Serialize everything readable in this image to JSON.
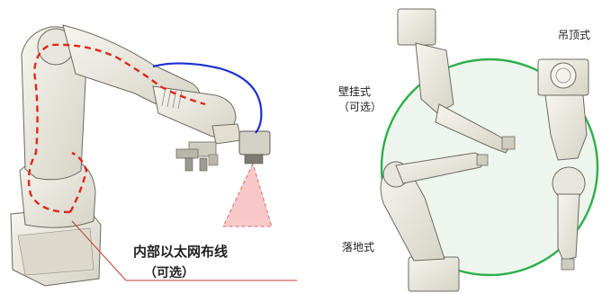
{
  "labels": {
    "internal_wiring": "内部以太网布线",
    "internal_wiring_sub": "（可选）",
    "wall_mount": "壁挂式",
    "wall_mount_sub": "（可选）",
    "ceiling_mount": "吊顶式",
    "floor_mount": "落地式"
  },
  "colors": {
    "robot_body": "#eceae0",
    "robot_shadow": "#c9c6b8",
    "robot_outline": "#6b6a63",
    "cable_red": "#e0261b",
    "ethernet_blue": "#1d2fd0",
    "beam_pink": "#f3a6a6",
    "mount_circle_green": "#2eaf4a",
    "circle_fill": "#eef5ee"
  }
}
